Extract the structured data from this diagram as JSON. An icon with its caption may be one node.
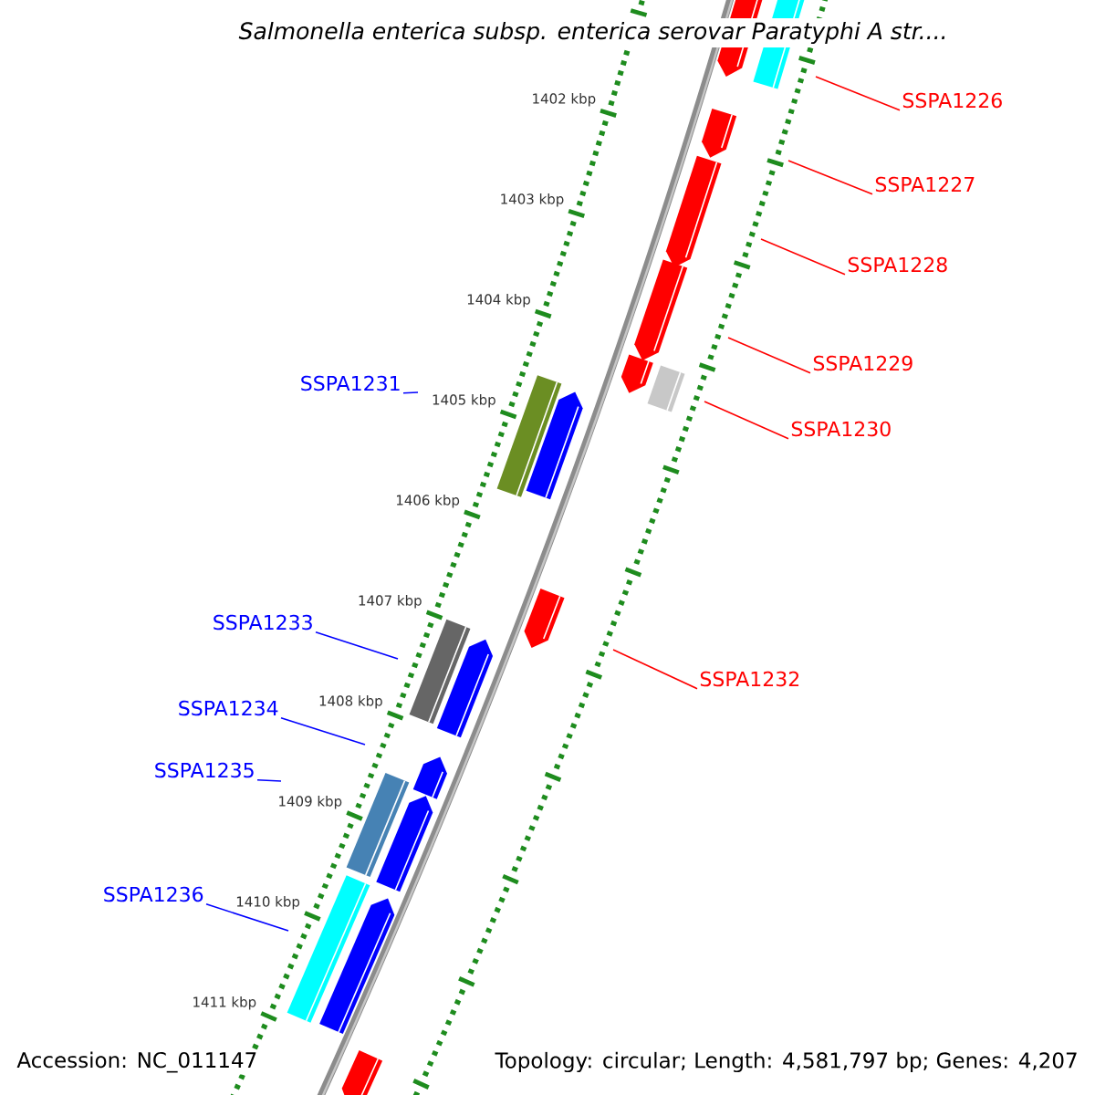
{
  "diagram": {
    "title": "Salmonella enterica subsp. enterica serovar Paratyphi A str....",
    "nodes": [
      {
        "text": [
          "SSPA1226"
        ]
      },
      {
        "text": [
          "SSPA1227"
        ]
      },
      {
        "text": [
          "SSPA1228"
        ]
      },
      {
        "text": [
          "SSPA1229"
        ]
      },
      {
        "text": [
          "SSPA1231"
        ]
      },
      {
        "text": [
          "SSPA1230"
        ]
      },
      {
        "text": [
          "SSPA1233"
        ]
      },
      {
        "text": [
          "SSPA1232"
        ]
      },
      {
        "text": [
          "SSPA1234"
        ]
      },
      {
        "text": [
          "SSPA1235"
        ]
      },
      {
        "text": [
          "SSPA1236"
        ]
      }
    ],
    "edges": [
      {
        "from": 0,
        "to": null,
        "arrow": "none"
      },
      {
        "from": 1,
        "to": null,
        "arrow": "none"
      },
      {
        "from": 2,
        "to": null,
        "arrow": "none"
      },
      {
        "from": 3,
        "to": null,
        "arrow": "none"
      },
      {
        "from": 4,
        "to": null,
        "arrow": "none",
        "color": "#0000ff"
      },
      {
        "from": 5,
        "to": null,
        "arrow": "none"
      },
      {
        "from": 6,
        "to": null,
        "arrow": "none",
        "color": "#0000ff"
      },
      {
        "from": 7,
        "to": null,
        "arrow": "none"
      },
      {
        "from": 8,
        "to": null,
        "arrow": "none",
        "color": "#0000ff"
      },
      {
        "from": 9,
        "to": null,
        "arrow": "none",
        "color": "#0000ff"
      },
      {
        "from": 10,
        "to": null,
        "arrow": "none",
        "color": "#0000ff"
      }
    ],
    "labels": [
      "1402 kbp",
      "1403 kbp",
      "1404 kbp",
      "1405 kbp",
      "1406 kbp",
      "1407 kbp",
      "1408 kbp",
      "1409 kbp",
      "1410 kbp",
      "1411 kbp",
      "Accession: NC_011147",
      "Topology: circular; Length: 4,581,797 bp; Genes: 4,207"
    ]
  }
}
